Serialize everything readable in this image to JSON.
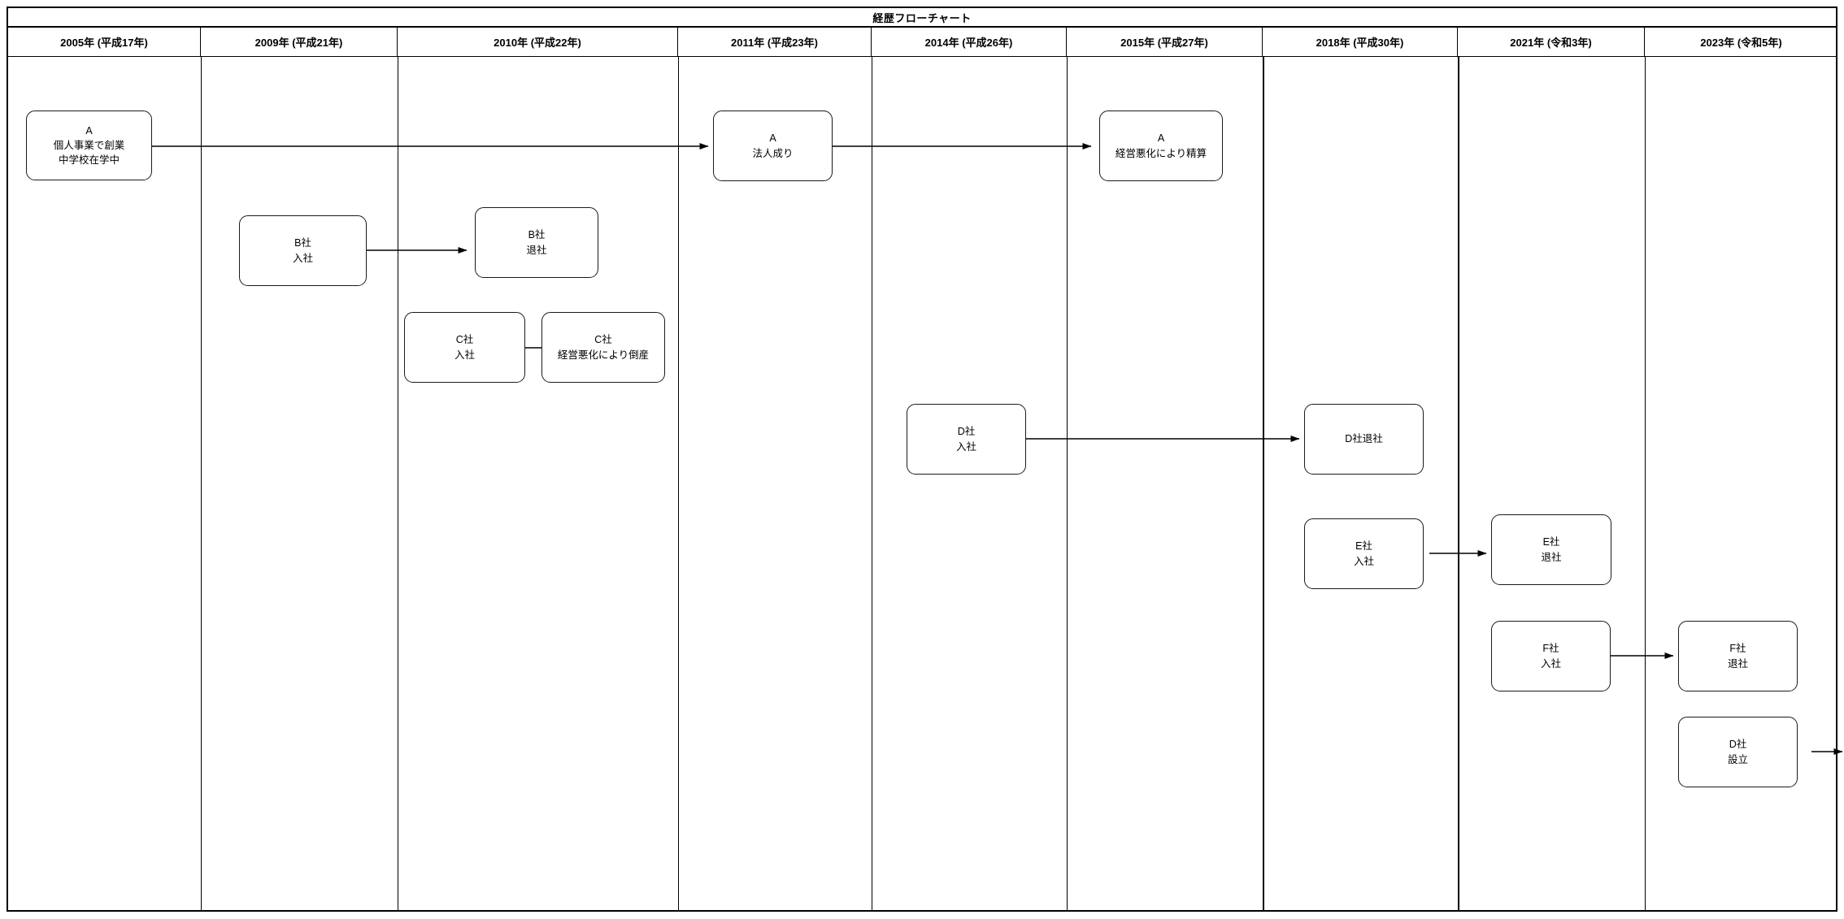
{
  "chart_data": {
    "type": "diagram",
    "diagram_kind": "swimlane-timeline-flowchart",
    "title": "経歴フローチャート",
    "columns": [
      "2005年 (平成17年)",
      "2009年 (平成21年)",
      "2010年 (平成22年)",
      "2011年 (平成23年)",
      "2014年 (平成26年)",
      "2015年 (平成27年)",
      "2018年 (平成30年)",
      "2021年 (令和3年)",
      "2023年 (令和5年)"
    ],
    "nodes": [
      {
        "id": "a_found",
        "column": "2005年 (平成17年)",
        "lines": [
          "A",
          "個人事業で創業",
          "中学校在学中"
        ]
      },
      {
        "id": "b_join",
        "column": "2009年 (平成21年)",
        "lines": [
          "B社",
          "入社"
        ]
      },
      {
        "id": "b_leave",
        "column": "2010年 (平成22年)",
        "lines": [
          "B社",
          "退社"
        ]
      },
      {
        "id": "c_join",
        "column": "2010年 (平成22年)",
        "lines": [
          "C社",
          "入社"
        ]
      },
      {
        "id": "c_bankrupt",
        "column": "2010年 (平成22年)",
        "lines": [
          "C社",
          "経営悪化により倒産"
        ]
      },
      {
        "id": "a_corp",
        "column": "2011年 (平成23年)",
        "lines": [
          "A",
          "法人成り"
        ]
      },
      {
        "id": "a_liquid",
        "column": "2015年 (平成27年)",
        "lines": [
          "A",
          "経営悪化により精算"
        ]
      },
      {
        "id": "d_join",
        "column": "2014年 (平成26年)",
        "lines": [
          "D社",
          "入社"
        ]
      },
      {
        "id": "d_leave",
        "column": "2018年 (平成30年)",
        "lines": [
          "D社退社"
        ]
      },
      {
        "id": "e_join",
        "column": "2018年 (平成30年)",
        "lines": [
          "E社",
          "入社"
        ]
      },
      {
        "id": "e_leave",
        "column": "2021年 (令和3年)",
        "lines": [
          "E社",
          "退社"
        ]
      },
      {
        "id": "f_join",
        "column": "2021年 (令和3年)",
        "lines": [
          "F社",
          "入社"
        ]
      },
      {
        "id": "f_leave",
        "column": "2023年 (令和5年)",
        "lines": [
          "F社",
          "退社"
        ]
      },
      {
        "id": "d_estab",
        "column": "2023年 (令和5年)",
        "lines": [
          "D社",
          "設立"
        ]
      }
    ],
    "edges": [
      {
        "from": "a_found",
        "to": "a_corp",
        "style": "arrow"
      },
      {
        "from": "a_corp",
        "to": "a_liquid",
        "style": "arrow"
      },
      {
        "from": "b_join",
        "to": "b_leave",
        "style": "arrow"
      },
      {
        "from": "c_join",
        "to": "c_bankrupt",
        "style": "plain"
      },
      {
        "from": "d_join",
        "to": "d_leave",
        "style": "arrow"
      },
      {
        "from": "e_join",
        "to": "e_leave",
        "style": "arrow"
      },
      {
        "from": "f_join",
        "to": "f_leave",
        "style": "arrow"
      },
      {
        "from": "d_estab",
        "to": "continues",
        "style": "arrow"
      }
    ],
    "colors": {
      "line": "#000000",
      "node_border": "#1a1a1a",
      "background": "#ffffff",
      "text": "#000000"
    }
  },
  "header": {
    "title": "経歴フローチャート"
  },
  "columns": [
    {
      "label": "2005年 (平成17年)"
    },
    {
      "label": "2009年 (平成21年)"
    },
    {
      "label": "2010年 (平成22年)"
    },
    {
      "label": "2011年 (平成23年)"
    },
    {
      "label": "2014年 (平成26年)"
    },
    {
      "label": "2015年 (平成27年)"
    },
    {
      "label": "2018年 (平成30年)"
    },
    {
      "label": "2021年 (令和3年)"
    },
    {
      "label": "2023年 (令和5年)"
    }
  ],
  "nodes": {
    "a_found": {
      "l1": "A",
      "l2": "個人事業で創業",
      "l3": "中学校在学中"
    },
    "b_join": {
      "l1": "B社",
      "l2": "入社"
    },
    "b_leave": {
      "l1": "B社",
      "l2": "退社"
    },
    "c_join": {
      "l1": "C社",
      "l2": "入社"
    },
    "c_bankrupt": {
      "l1": "C社",
      "l2": "経営悪化により倒産"
    },
    "a_corp": {
      "l1": "A",
      "l2": "法人成り"
    },
    "a_liquid": {
      "l1": "A",
      "l2": "経営悪化により精算"
    },
    "d_join": {
      "l1": "D社",
      "l2": "入社"
    },
    "d_leave": {
      "l1": "D社退社"
    },
    "e_join": {
      "l1": "E社",
      "l2": "入社"
    },
    "e_leave": {
      "l1": "E社",
      "l2": "退社"
    },
    "f_join": {
      "l1": "F社",
      "l2": "入社"
    },
    "f_leave": {
      "l1": "F社",
      "l2": "退社"
    },
    "d_estab": {
      "l1": "D社",
      "l2": "設立"
    }
  }
}
